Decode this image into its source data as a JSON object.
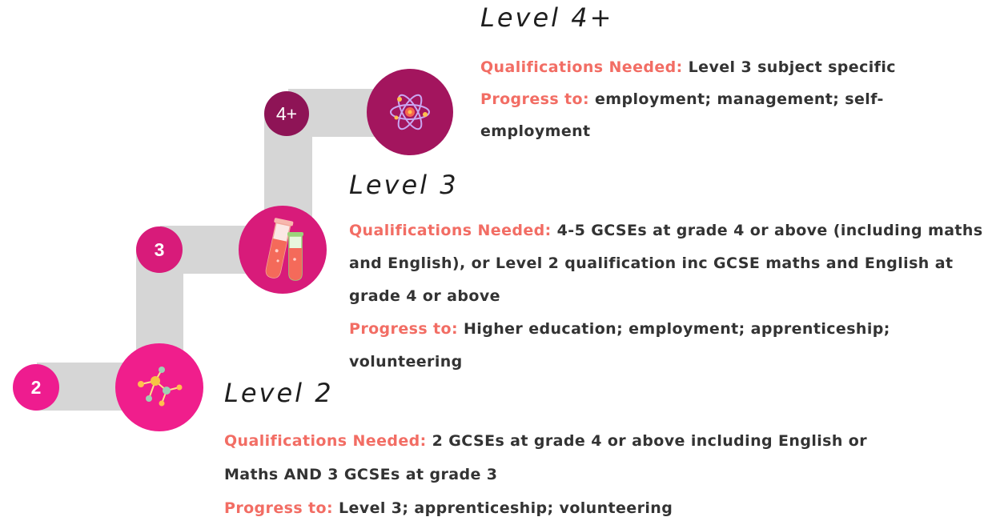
{
  "levels": [
    {
      "badge": "4+",
      "title": "Level 4+",
      "icon": "atom-icon",
      "qualifications_label": "Qualifications Needed:",
      "qualifications": "Level 3 subject specific",
      "progress_label": "Progress to:",
      "progress": "employment; management; self-employment"
    },
    {
      "badge": "3",
      "title": "Level 3",
      "icon": "test-tubes-icon",
      "qualifications_label": "Qualifications Needed:",
      "qualifications": "4-5 GCSEs at grade 4 or above (including maths and English), or Level 2 qualification  inc GCSE maths and English at grade 4 or above",
      "progress_label": "Progress to:",
      "progress": "Higher education; employment; apprenticeship; volunteering"
    },
    {
      "badge": "2",
      "title": "Level 2",
      "icon": "molecule-icon",
      "qualifications_label": "Qualifications Needed:",
      "qualifications": "2 GCSEs at grade 4 or above including English or Maths AND 3 GCSEs at grade 3",
      "progress_label": "Progress to:",
      "progress": "Level 3; apprenticeship; volunteering"
    }
  ],
  "colors": {
    "path": "#d6d6d6",
    "level4_badge": "#8e1456",
    "level4_circle": "#a3155e",
    "level3_badge": "#d81b7a",
    "level3_circle": "#d81b7a",
    "level2_badge": "#ee1c8f",
    "level2_circle": "#f01e8c",
    "label": "#f26d64",
    "text": "#333333",
    "title": "#1e1e1e"
  }
}
